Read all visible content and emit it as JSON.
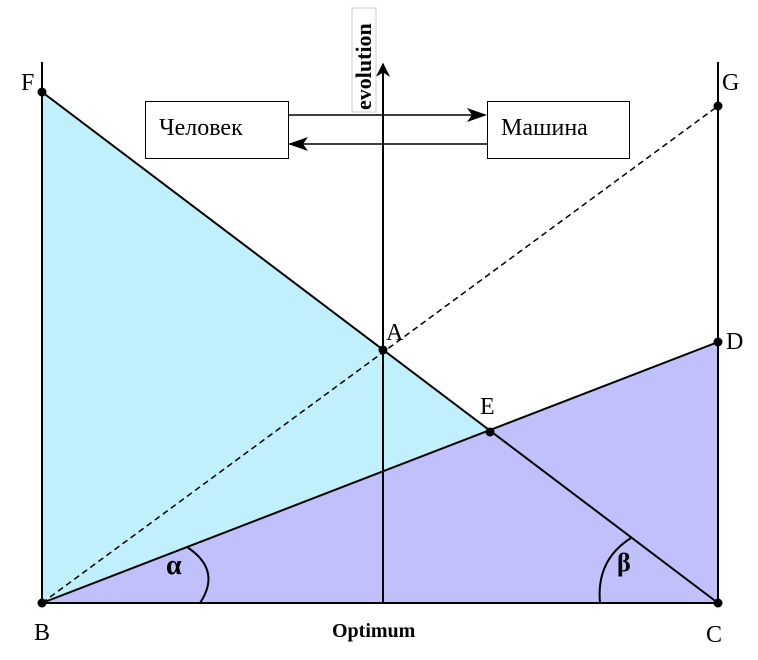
{
  "colors": {
    "cyan_region": "#c0f0fc",
    "purple_region": "#c0c0fc",
    "line": "#000000"
  },
  "points": {
    "F": "F",
    "G": "G",
    "A": "A",
    "E": "E",
    "D": "D",
    "B": "B",
    "C": "C"
  },
  "axis": {
    "vertical_label": "evolution",
    "horizontal_label": "Optimum"
  },
  "boxes": {
    "human": "Человек",
    "machine": "Машина"
  },
  "angles": {
    "alpha": "α",
    "beta": "β"
  }
}
